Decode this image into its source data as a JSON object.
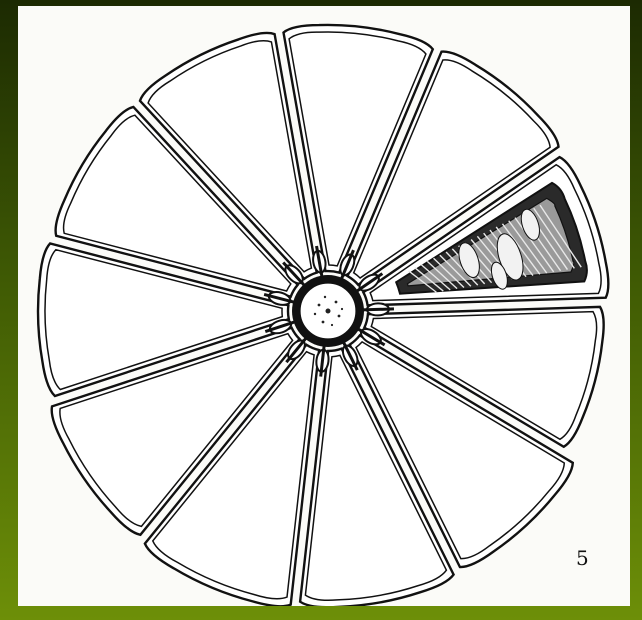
{
  "figure": {
    "label": "5",
    "segment_count": 11,
    "highlighted_segment": 2,
    "ink_color": "#111111",
    "paper_color": "#fbfbf8",
    "background_gradient": [
      "#1c2a02",
      "#3f5a04",
      "#6d8f08"
    ]
  }
}
